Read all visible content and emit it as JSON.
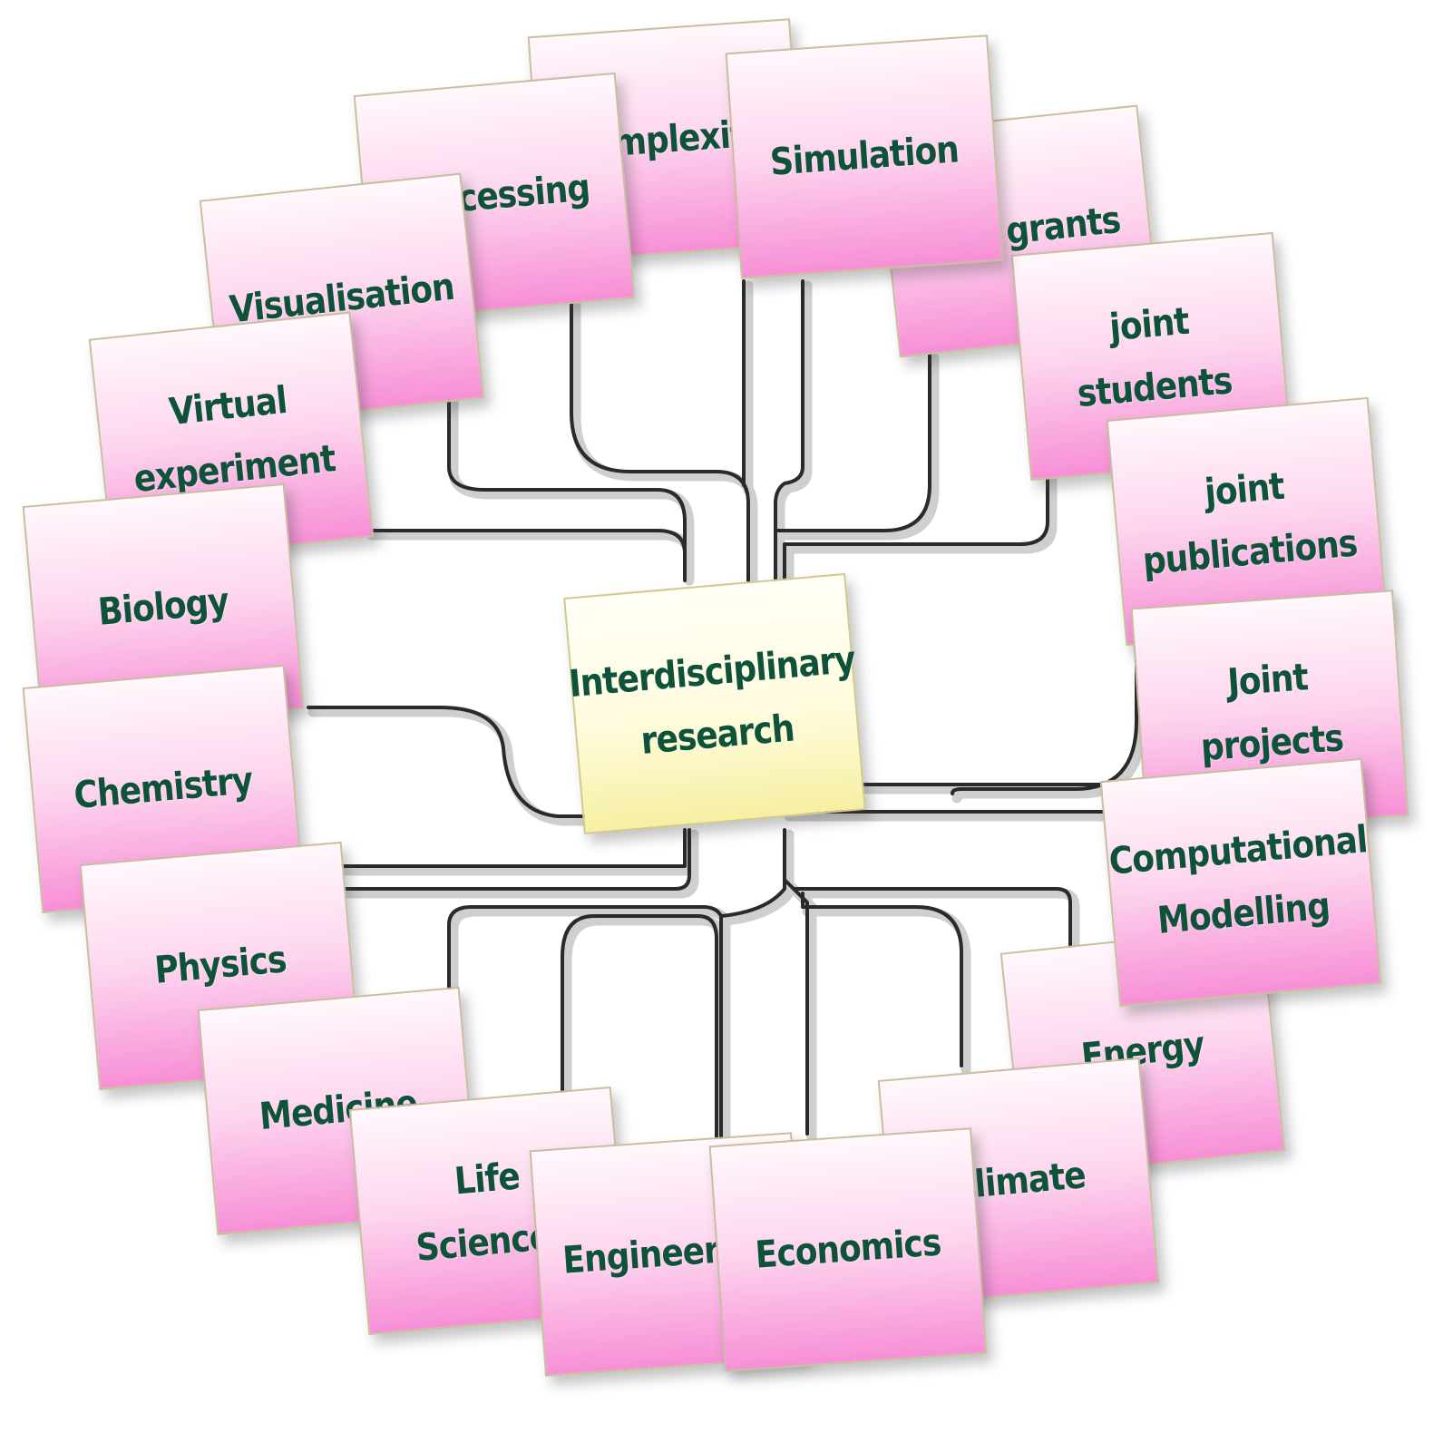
{
  "diagram": {
    "center_topic": "Interdisciplinary research",
    "notes": [
      {
        "id": "complexity",
        "text": "Complexity"
      },
      {
        "id": "simulation",
        "text": "Simulation"
      },
      {
        "id": "processing",
        "text": "processing"
      },
      {
        "id": "joint-grants",
        "text": "joint grants"
      },
      {
        "id": "visualisation",
        "text": "Visualisation"
      },
      {
        "id": "joint-students",
        "text": "joint students"
      },
      {
        "id": "virtual-experiment",
        "text": "Virtual experiment"
      },
      {
        "id": "joint-publications",
        "text": "joint publications"
      },
      {
        "id": "biology",
        "text": "Biology"
      },
      {
        "id": "joint-projects",
        "text": "Joint projects"
      },
      {
        "id": "chemistry",
        "text": "Chemistry"
      },
      {
        "id": "computational-modelling",
        "text": "Computational Modelling"
      },
      {
        "id": "physics",
        "text": "Physics"
      },
      {
        "id": "energy",
        "text": "Energy"
      },
      {
        "id": "medicine",
        "text": "Medicine"
      },
      {
        "id": "climate",
        "text": "Climate"
      },
      {
        "id": "life-sciences",
        "text": "Life Sciences"
      },
      {
        "id": "engineering",
        "text": "Engineering"
      },
      {
        "id": "economics",
        "text": "Economics"
      }
    ],
    "colors": {
      "note_top": "#fff8fc",
      "note_bottom": "#f78fd6",
      "center_note_top": "#fffff6",
      "center_note_bottom": "#f6efa2",
      "note_border": "#c9bea0",
      "text": "#0e5239",
      "connector": "#2a2a2a",
      "connector_halo": "#cfcfcf"
    }
  }
}
